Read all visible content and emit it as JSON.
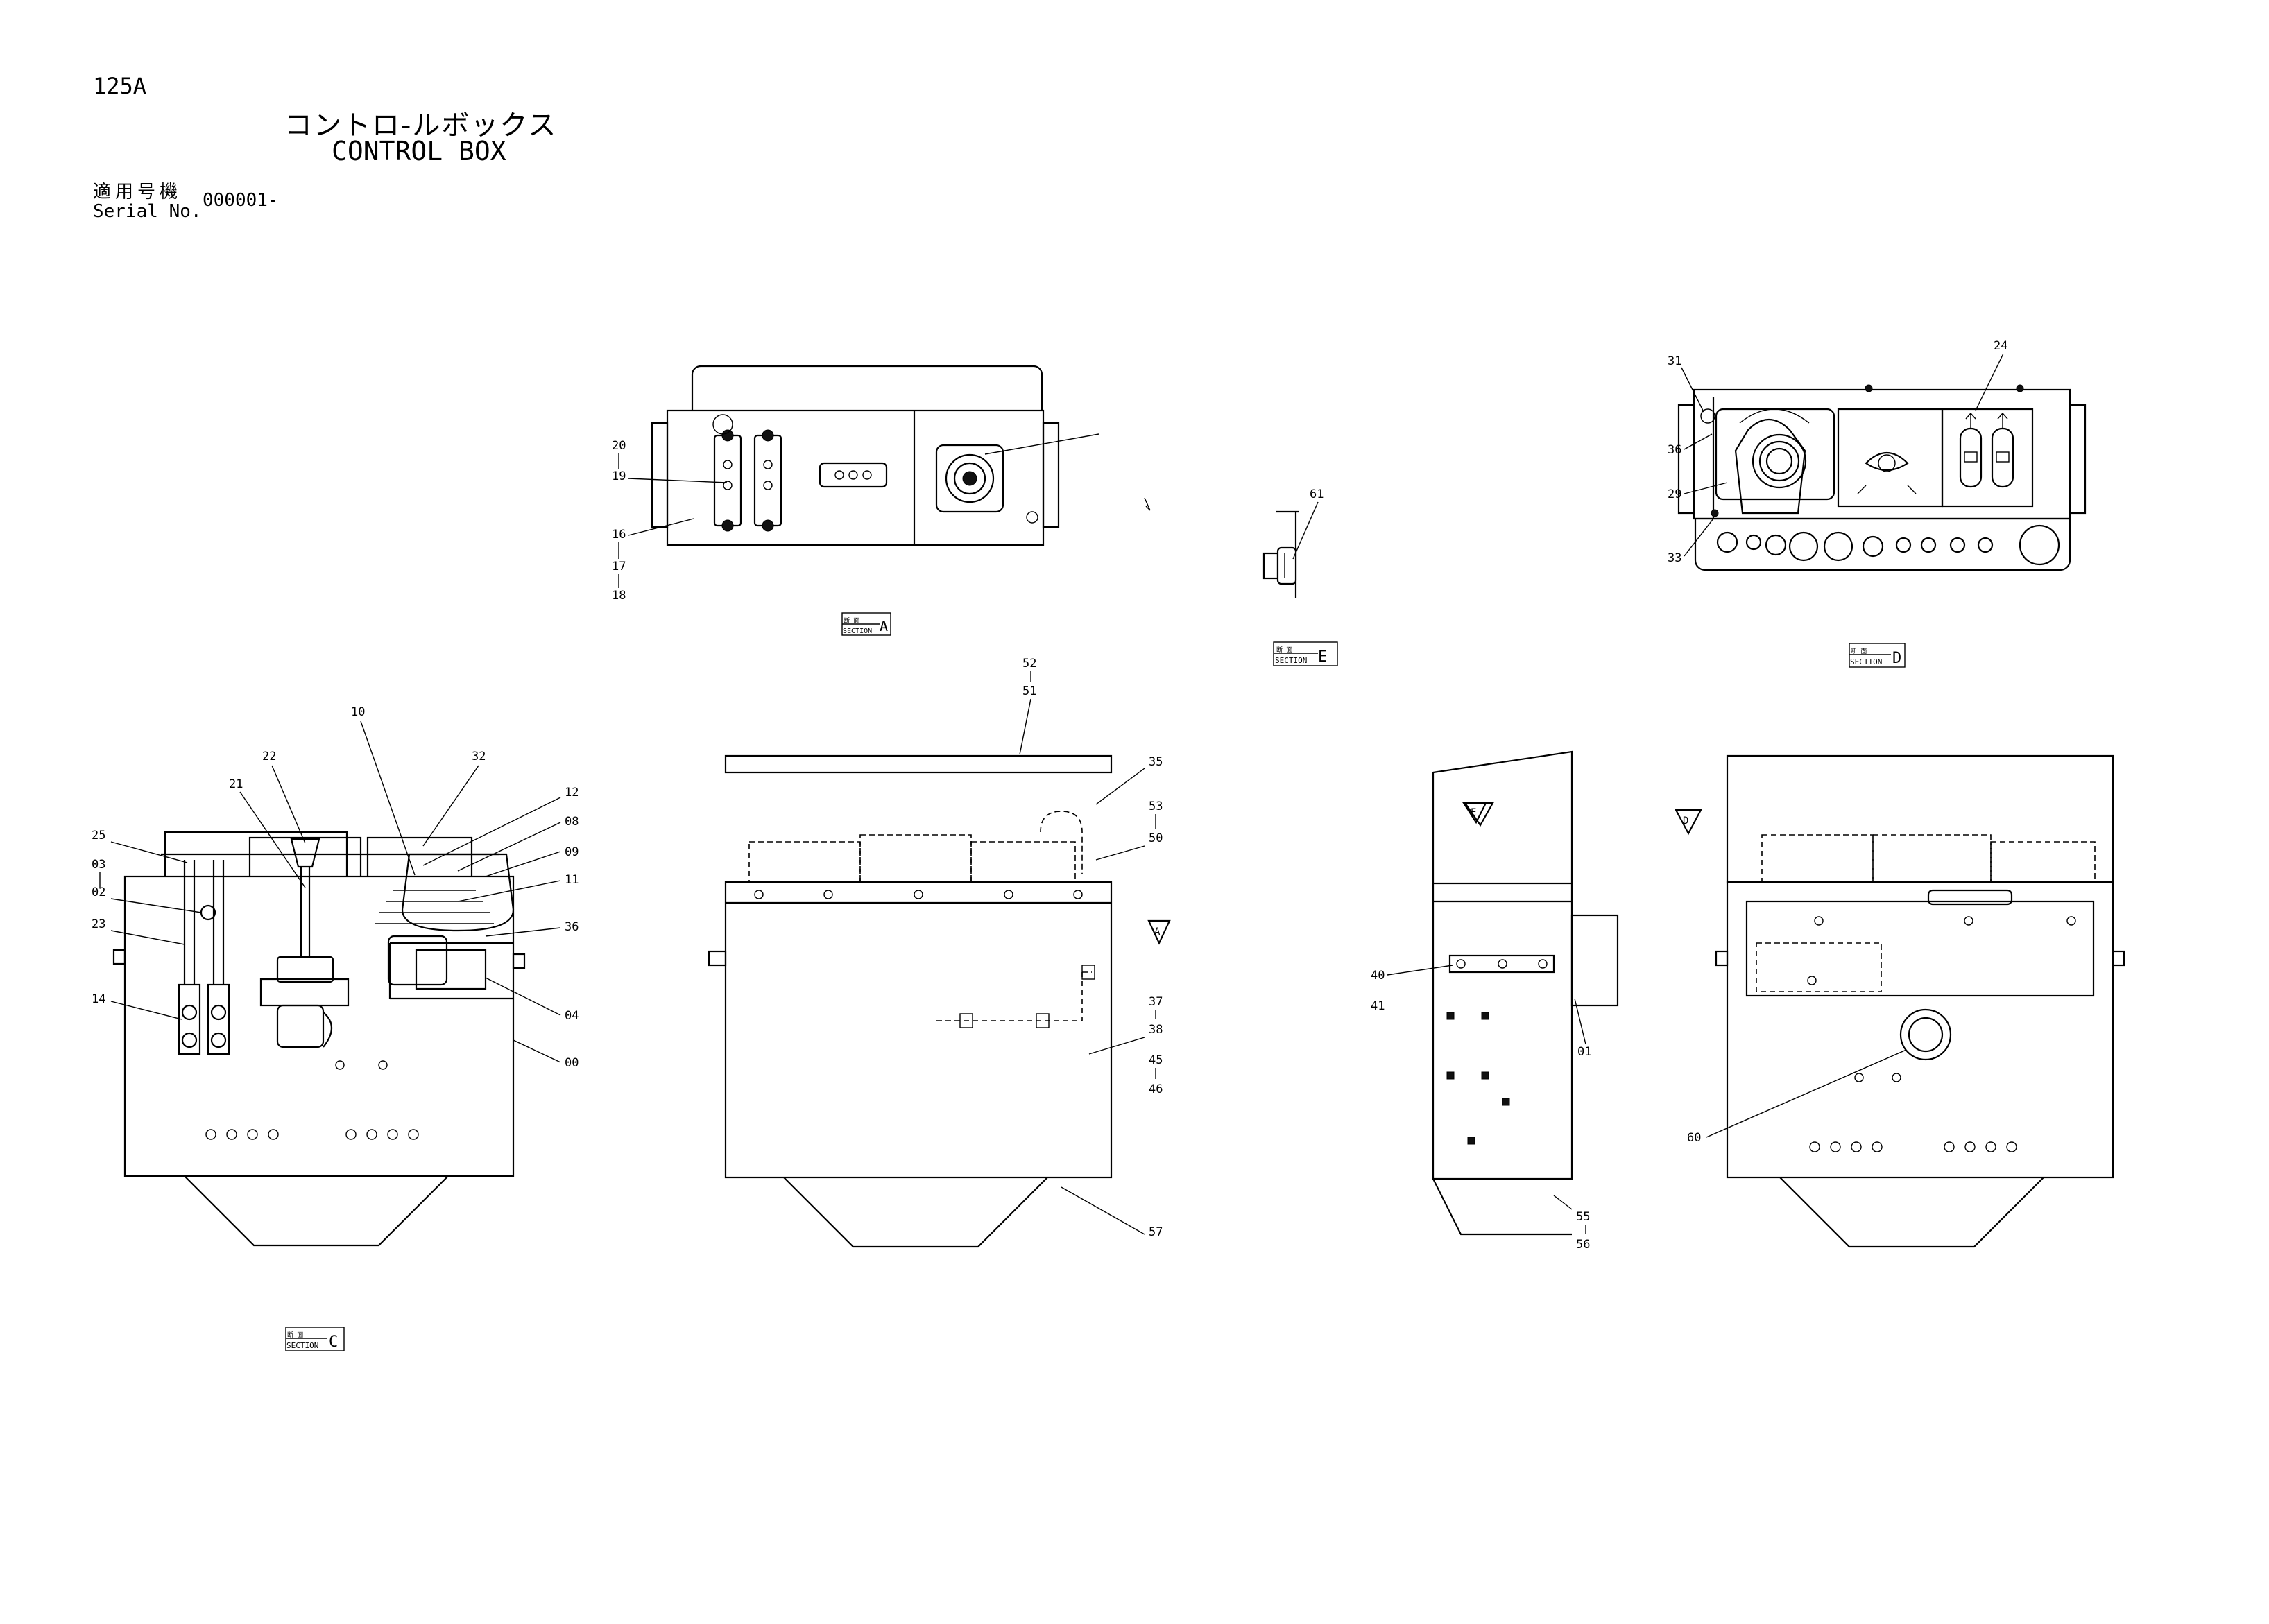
{
  "header": {
    "page_code": "125A",
    "title_jp": "コントロ-ルボックス",
    "title_en": "CONTROL BOX",
    "serial_label_jp": "適用号機",
    "serial_label_en": "Serial No.",
    "serial_value": "000001-"
  },
  "sections": {
    "label_jp": "断 面",
    "label_en": "SECTION",
    "a": "A",
    "c": "C",
    "d": "D",
    "e": "E"
  },
  "callouts": {
    "c125": "125A"
  },
  "view_a_callouts": [
    "20",
    "19",
    "16",
    "17",
    "18"
  ],
  "view_e_callouts": [
    "61"
  ],
  "view_d_callouts": [
    "31",
    "24",
    "36",
    "29",
    "33"
  ],
  "view_c_callouts": [
    "10",
    "22",
    "32",
    "21",
    "12",
    "08",
    "09",
    "11",
    "25",
    "03",
    "02",
    "23",
    "36",
    "14",
    "04",
    "00"
  ],
  "view_front_callouts": [
    "52",
    "51",
    "35",
    "53",
    "50",
    "37",
    "38",
    "45",
    "46",
    "57"
  ],
  "view_side_callouts": [
    "40",
    "41",
    "01",
    "55",
    "56"
  ],
  "view_rear_callouts": [
    "60"
  ],
  "arrow_marks": [
    "A",
    "E",
    "D"
  ]
}
